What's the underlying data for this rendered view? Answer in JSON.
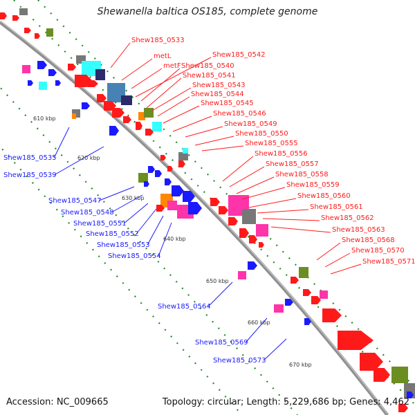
{
  "title": "Shewanella baltica OS185, complete genome",
  "accession": "Accession: NC_009665",
  "summary": "Topology: circular; Length: 5,229,686 bp; Genes: 4,462",
  "colors": {
    "red": "#ff1a1a",
    "blue": "#1a1aff",
    "cyan": "#33ffff",
    "pink": "#ff33aa",
    "olive": "#6b8e23",
    "grey": "#777777",
    "steel": "#4682b4",
    "navy": "#2b2b6b",
    "orange": "#ff8800",
    "green": "#228b22"
  },
  "ticks": [
    "610 kbp",
    "620 kbp",
    "630 kbp",
    "640 kbp",
    "650 kbp",
    "660 kbp",
    "670 kbp"
  ],
  "red_labels": [
    "Shew185_0533",
    "metL",
    "metF",
    "Shew185_0542",
    "Shew185_0540",
    "Shew185_0541",
    "Shew185_0543",
    "Shew185_0544",
    "Shew185_0545",
    "Shew185_0546",
    "Shew185_0549",
    "Shew185_0550",
    "Shew185_0555",
    "Shew185_0556",
    "Shew185_0557",
    "Shew185_0558",
    "Shew185_0559",
    "Shew185_0560",
    "Shew185_0561",
    "Shew185_0562",
    "Shew185_0563",
    "Shew185_0568",
    "Shew185_0570",
    "Shew185_0571"
  ],
  "blue_labels": [
    "Shew185_0535",
    "Shew185_0539",
    "Shew185_0547",
    "Shew185_0548",
    "Shew185_0551",
    "Shew185_0552",
    "Shew185_0553",
    "Shew185_0554",
    "Shew185_0564",
    "Shew185_0569",
    "Shew185_0573"
  ]
}
